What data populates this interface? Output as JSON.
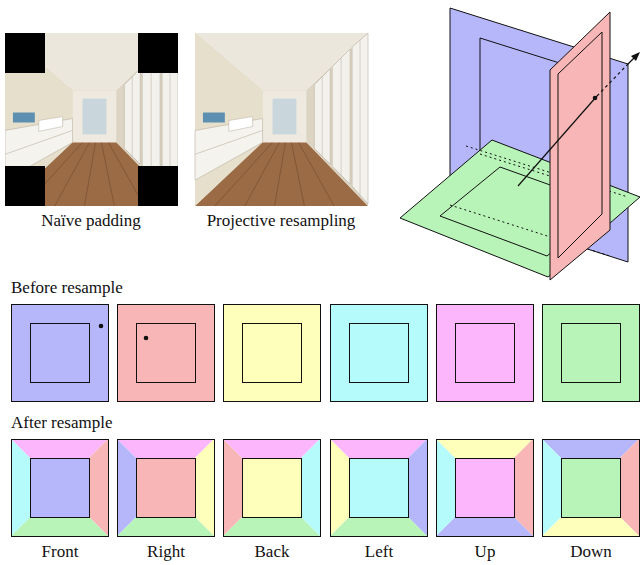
{
  "diagram": {
    "labels": [
      "Naïve padding",
      "Projective resampling",
      "Before resample",
      "After resample",
      "Front",
      "Right",
      "Back",
      "Left",
      "Up",
      "Down"
    ]
  }
}
